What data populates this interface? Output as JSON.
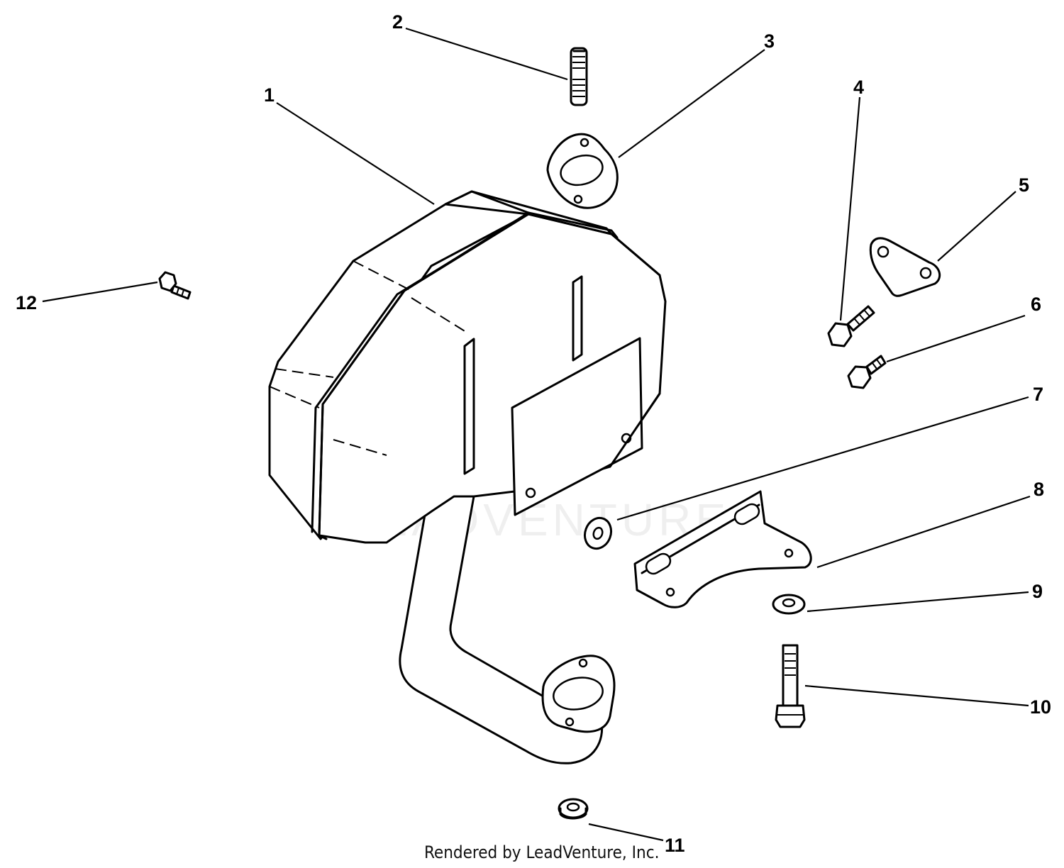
{
  "callouts": [
    "1",
    "2",
    "3",
    "4",
    "5",
    "6",
    "7",
    "8",
    "9",
    "10",
    "11",
    "12"
  ],
  "watermark": "LEADVENTURE",
  "footer": {
    "credit": "Rendered by LeadVenture, Inc."
  }
}
